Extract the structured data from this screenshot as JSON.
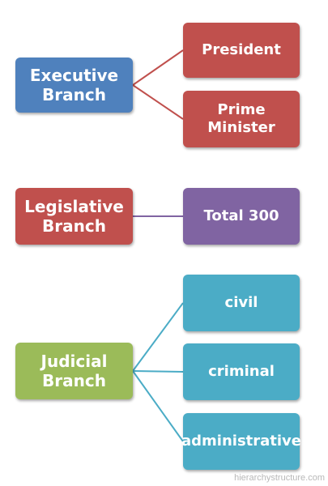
{
  "colors": {
    "executive": "#4f81bd",
    "legislative": "#c0504d",
    "judicial": "#9bbb59",
    "red_child": "#c0504d",
    "purple_child": "#8064a2",
    "teal_child": "#4bacc6"
  },
  "branches": {
    "executive": {
      "line1": "Executive",
      "line2": "Branch"
    },
    "legislative": {
      "line1": "Legislative",
      "line2": "Branch"
    },
    "judicial": {
      "line1": "Judicial",
      "line2": "Branch"
    }
  },
  "children": {
    "president": {
      "label": "President"
    },
    "prime_minister": {
      "line1": "Prime",
      "line2": "Minister"
    },
    "total": {
      "label": "Total 300"
    },
    "civil": {
      "label": "civil"
    },
    "criminal": {
      "label": "criminal"
    },
    "administrative": {
      "label": "administrative"
    }
  },
  "watermark": "hierarchystructure.com"
}
